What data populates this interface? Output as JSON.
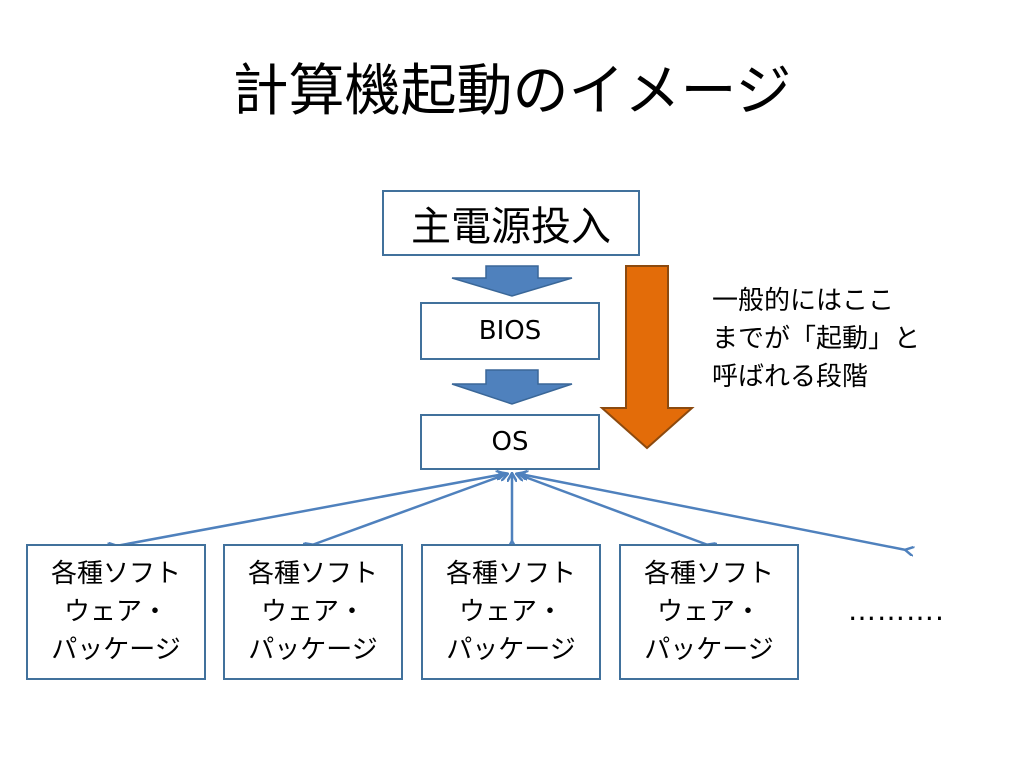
{
  "title": "計算機起動のイメージ",
  "nodes": {
    "power_on": "主電源投入",
    "bios": "BIOS",
    "os": "OS"
  },
  "packages": [
    [
      "各種ソフト",
      "ウェア・",
      "パッケージ"
    ],
    [
      "各種ソフト",
      "ウェア・",
      "パッケージ"
    ],
    [
      "各種ソフト",
      "ウェア・",
      "パッケージ"
    ],
    [
      "各種ソフト",
      "ウェア・",
      "パッケージ"
    ]
  ],
  "ellipsis": "……….",
  "note_lines": [
    "一般的にはここ",
    "までが「起動」と",
    "呼ばれる段階"
  ],
  "colors": {
    "box_border": "#41719c",
    "step_arrow": "#4f81bd",
    "boot_arrow": "#e36c09",
    "boot_arrow_border": "#8c4a0f",
    "connector": "#4f81bd"
  }
}
